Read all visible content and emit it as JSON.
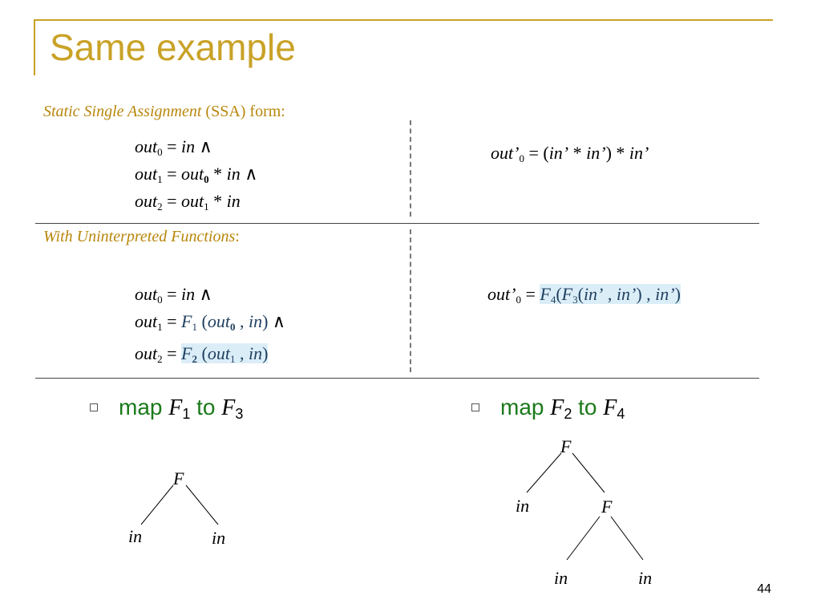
{
  "slide": {
    "title": "Same example",
    "page_number": "44",
    "accent_color": "#C9A227"
  },
  "ssa": {
    "heading_italic": "Static Single Assignment",
    "heading_rest": " (SSA) form:",
    "lines": [
      {
        "lhs": "out",
        "lhs_sub": "0",
        "eq": " = ",
        "rhs": "in",
        "tail": " ∧"
      },
      {
        "lhs": "out",
        "lhs_sub": "1",
        "eq": " = ",
        "rhs": "out",
        "rhs_sub": "0",
        "op": " * ",
        "rhs2": "in",
        "tail": "  ∧"
      },
      {
        "lhs": "out",
        "lhs_sub": "2",
        "eq": " = ",
        "rhs": "out",
        "rhs_sub": "1",
        "op": " * ",
        "rhs2": "in"
      }
    ],
    "right": {
      "lhs": "out’",
      "lhs_sub": "0",
      "eq": " = (",
      "a": "in’",
      "op1": " * ",
      "b": "in’",
      "close": ") * ",
      "c": "in’"
    }
  },
  "uf": {
    "heading_italic": "With Uninterpreted Functions",
    "heading_rest": ":",
    "lines": [
      {
        "lhs": "out",
        "lhs_sub": "0",
        "eq": " = ",
        "rhs": "in",
        "tail": " ∧"
      },
      {
        "lhs": "out",
        "lhs_sub": "1",
        "eq": " = ",
        "fn": "F",
        "fn_sub": "1",
        "open": " (",
        "arg1": "out",
        "arg1_sub": "0",
        "sep": " , ",
        "arg2": "in",
        "close": ")",
        "tail": " ∧"
      },
      {
        "lhs": "out",
        "lhs_sub": "2",
        "eq": " = ",
        "fn": "F",
        "fn_sub": "2",
        "open": " (",
        "arg1": "out",
        "arg1_sub": "1",
        "sep": " , ",
        "arg2": "in",
        "close": ") "
      }
    ],
    "right": {
      "lhs": "out’",
      "lhs_sub": "0",
      "eq": " = ",
      "f4": "F",
      "f4_sub": "4",
      "p1": "(",
      "f3": "F",
      "f3_sub": "3",
      "p2": "(",
      "a": "in’",
      "sep": " , ",
      "b": "in’",
      "p3": ")",
      "sep2": " , ",
      "c": "in’",
      "p4": ") "
    }
  },
  "bullets": [
    {
      "word": "map ",
      "f1": "F",
      "s1": "1",
      "to": " to ",
      "f2": "F",
      "s2": "3"
    },
    {
      "word": "map ",
      "f1": "F",
      "s1": "2",
      "to": " to ",
      "f2": "F",
      "s2": "4"
    }
  ],
  "tree_left": {
    "root": "F",
    "left": "in",
    "right": "in"
  },
  "tree_right": {
    "root": "F",
    "left": "in",
    "inner": "F",
    "inner_left": "in",
    "inner_right": "in"
  }
}
